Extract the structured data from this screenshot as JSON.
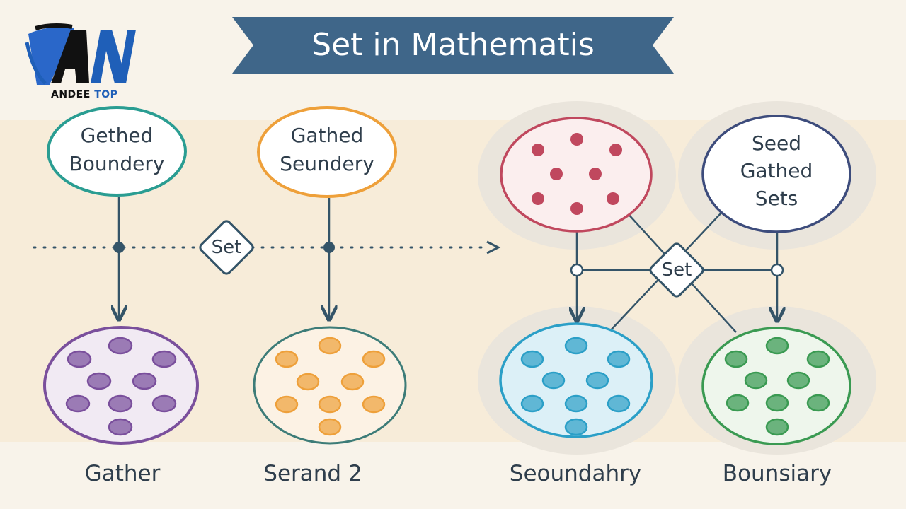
{
  "logo": {
    "mark": "AN",
    "name_part1": "ANDEE",
    "name_part2": "TOP"
  },
  "banner": {
    "title": "Set in Mathematis"
  },
  "nodes": {
    "top_left_oval": "Gethed\nBoundery",
    "top_mid_oval": "Gathed\nSeundery",
    "top_right_oval": "Seed\nGathed\nSets",
    "set_diamond_left": "Set",
    "set_diamond_right": "Set"
  },
  "captions": {
    "gather": "Gather",
    "serand": "Serand 2",
    "seoundahry": "Seoundahry",
    "bounsiary": "Bounsiary"
  },
  "colors": {
    "teal": "#2a9d92",
    "orange": "#eea03a",
    "purple": "#7a4f9c",
    "crimson": "#c0485e",
    "navy": "#3d4c7c",
    "cyan": "#2b9fc7",
    "green": "#3a9a52",
    "banner": "#3f6689"
  }
}
